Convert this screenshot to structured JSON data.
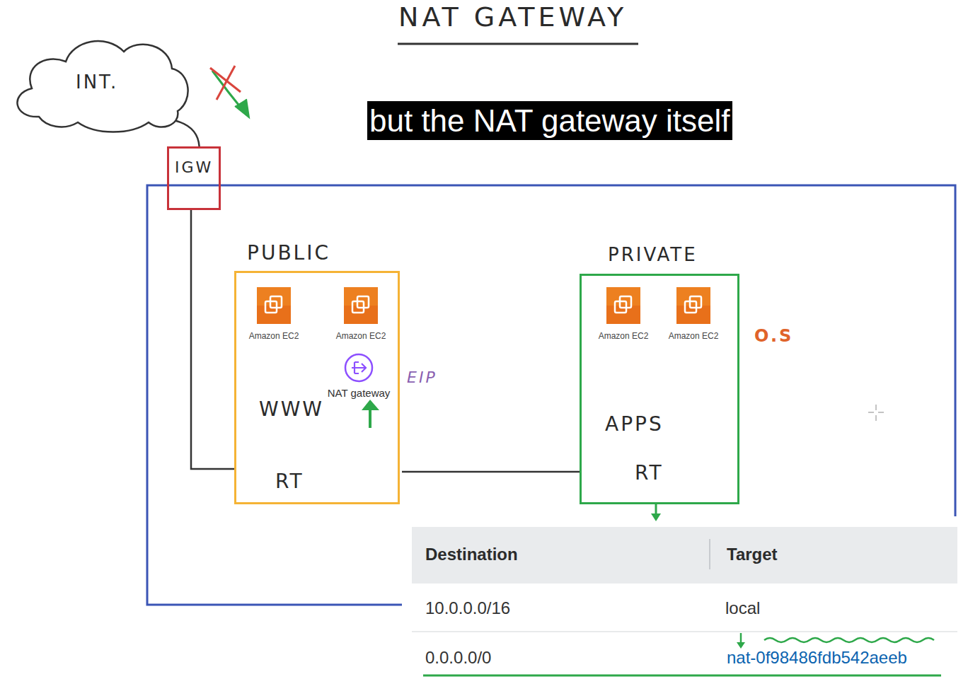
{
  "diagram": {
    "title": "NAT GATEWAY",
    "caption": "but the NAT gateway itself",
    "nodes": [
      {
        "text": [
          "INT."
        ]
      },
      {
        "text": [
          "IGW"
        ]
      },
      {
        "text": [
          "PUBLIC",
          "WWW",
          "RT"
        ]
      },
      {
        "text": [
          "Amazon EC2"
        ],
        "in": 2
      },
      {
        "text": [
          "Amazon EC2"
        ],
        "in": 2
      },
      {
        "text": [
          "NAT gateway"
        ],
        "in": 2
      },
      {
        "text": [
          "PRIVATE",
          "APPS",
          "RT"
        ]
      },
      {
        "text": [
          "Amazon EC2"
        ],
        "in": 6
      },
      {
        "text": [
          "Amazon EC2"
        ],
        "in": 6
      }
    ],
    "edges": [
      {
        "from": 0,
        "to": 1,
        "arrow": "none"
      },
      {
        "from": 1,
        "to": 2,
        "arrow": "none"
      },
      {
        "from": 2,
        "to": 6,
        "arrow": "none"
      }
    ],
    "labels": [
      "EIP",
      "O.S",
      "Destination",
      "Target",
      "10.0.0.0/16",
      "local",
      "0.0.0.0/0",
      "nat-0f98486fdb542aeeb"
    ]
  }
}
